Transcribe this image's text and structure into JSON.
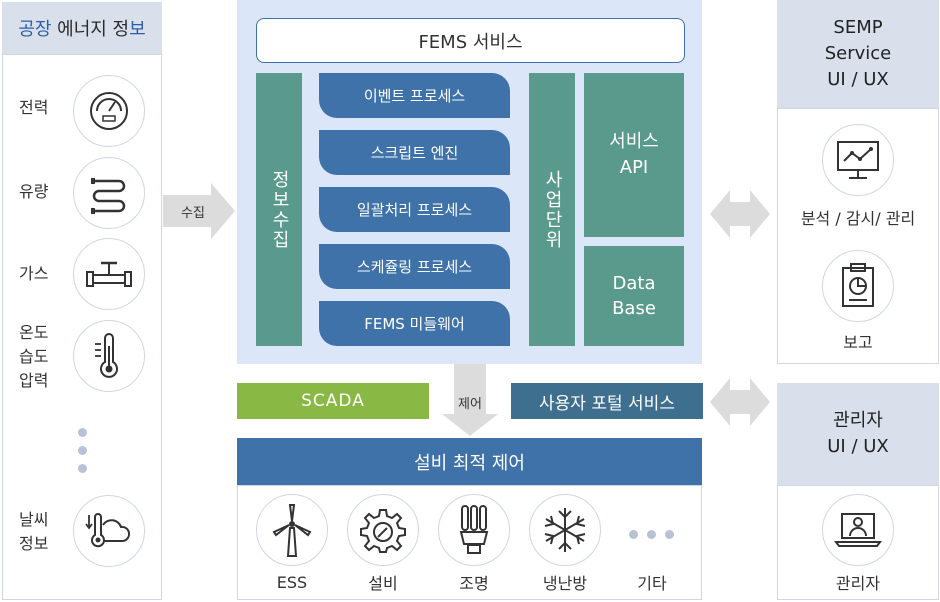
{
  "left": {
    "title_part1": "공장",
    "title_part2": " 에너지 정",
    "title_part3": "보",
    "items": [
      {
        "label": "전력",
        "icon": "gauge-icon"
      },
      {
        "label": "유량",
        "icon": "pipe-coil-icon"
      },
      {
        "label": "가스",
        "icon": "gas-valve-icon"
      },
      {
        "label": "온도\n습도\n압력",
        "icon": "thermometer-icon"
      },
      {
        "label": "날씨\n정보",
        "icon": "weather-icon"
      }
    ]
  },
  "collect_label": "수집",
  "fems": {
    "title": "FEMS 서비스",
    "info_collect": "정보수집",
    "processes": [
      "이벤트 프로세스",
      "스크립트 엔진",
      "일괄처리 프로세스",
      "스케쥴링 프로세스",
      "FEMS 미들웨어"
    ],
    "business_unit": "사업단위",
    "service_api": "서비스\nAPI",
    "database": "Data\nBase"
  },
  "scada": "SCADA",
  "control_label": "제어",
  "portal": "사용자 포털 서비스",
  "optimal": {
    "title": "설비 최적 제어",
    "items": [
      {
        "label": "ESS",
        "icon": "wind-turbine-icon"
      },
      {
        "label": "설비",
        "icon": "gear-icon"
      },
      {
        "label": "조명",
        "icon": "light-bulb-icon"
      },
      {
        "label": "냉난방",
        "icon": "snowflake-icon"
      },
      {
        "label": "기타",
        "icon": "more-dots-icon"
      }
    ]
  },
  "semp": {
    "title": "SEMP\nService\nUI / UX",
    "items": [
      {
        "label": "분석 / 감시/ 관리",
        "icon": "monitor-chart-icon"
      },
      {
        "label": "보고",
        "icon": "report-clipboard-icon"
      }
    ]
  },
  "admin": {
    "title": "관리자\nUI / UX",
    "item_label": "관리자",
    "icon": "admin-laptop-icon"
  },
  "colors": {
    "navy": "#3e72a8",
    "teal": "#5a9a8c",
    "green": "#8ab845",
    "slate": "#3f6f8f",
    "panel_bg": "#dbe6f8",
    "header_bg": "#d9e0ec",
    "arrow": "#dcdcdc"
  }
}
